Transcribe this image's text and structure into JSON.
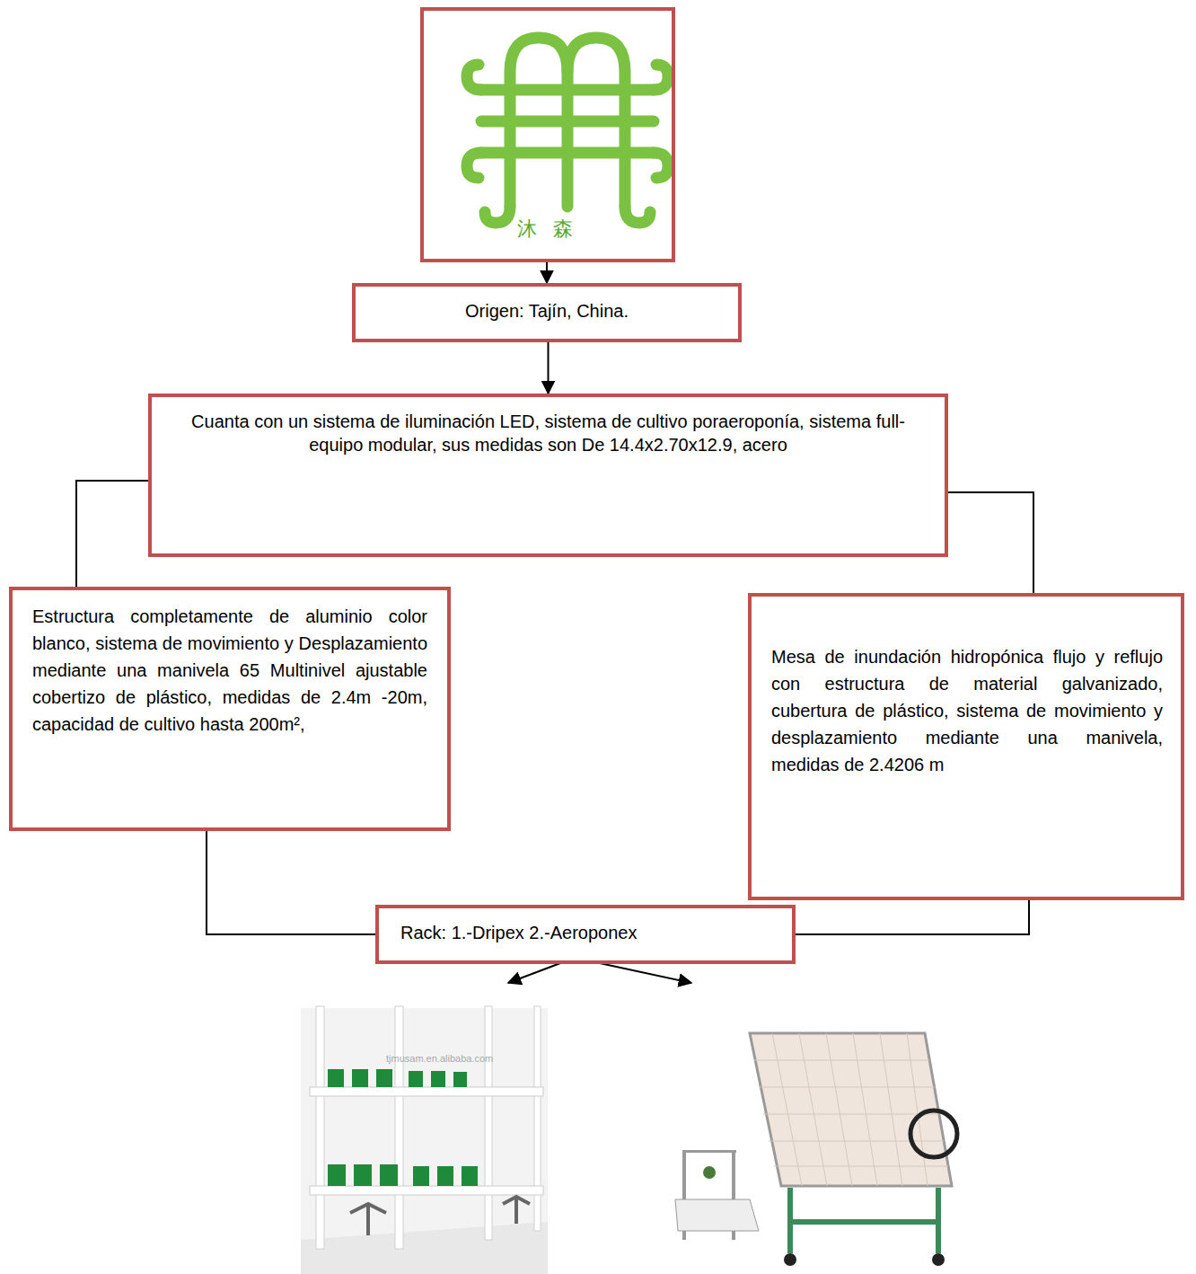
{
  "diagram": {
    "nodes": [
      {
        "text": [
          "沐 森"
        ]
      },
      {
        "text": [
          "Origen: Tajín, China."
        ]
      },
      {
        "text": [
          "Cuanta con un sistema de iluminación LED, sistema de cultivo poraeroponía, sistema full- equipo modular, sus medidas son De 14.4x2.70x12.9, acero"
        ]
      },
      {
        "text": [
          "Estructura completamente de aluminio color blanco, sistema de movimiento y Desplazamiento mediante una manivela 65 Multinivel ajustable cobertizo de plástico, medidas de 2.4m -20m, capacidad de cultivo hasta 200m²,"
        ]
      },
      {
        "text": [
          "Mesa de inundación hidropónica flujo y reflujo con estructura de material galvanizado, cubertura de plástico, sistema de movimiento y desplazamiento mediante una manivela, medidas de 2.4206 m"
        ]
      },
      {
        "text": [
          "Rack: 1.-Dripex 2.-Aeroponex"
        ]
      }
    ],
    "edges": [
      {
        "from": 0,
        "to": 1,
        "arrow": "to"
      },
      {
        "from": 1,
        "to": 2,
        "arrow": "to"
      },
      {
        "from": 2,
        "to": 3,
        "arrow": "none"
      },
      {
        "from": 2,
        "to": 4,
        "arrow": "none"
      },
      {
        "from": 3,
        "to": 5,
        "arrow": "none"
      },
      {
        "from": 4,
        "to": 5,
        "arrow": "none"
      }
    ],
    "labels": [
      "tjmusam.en.alibaba.com"
    ]
  }
}
